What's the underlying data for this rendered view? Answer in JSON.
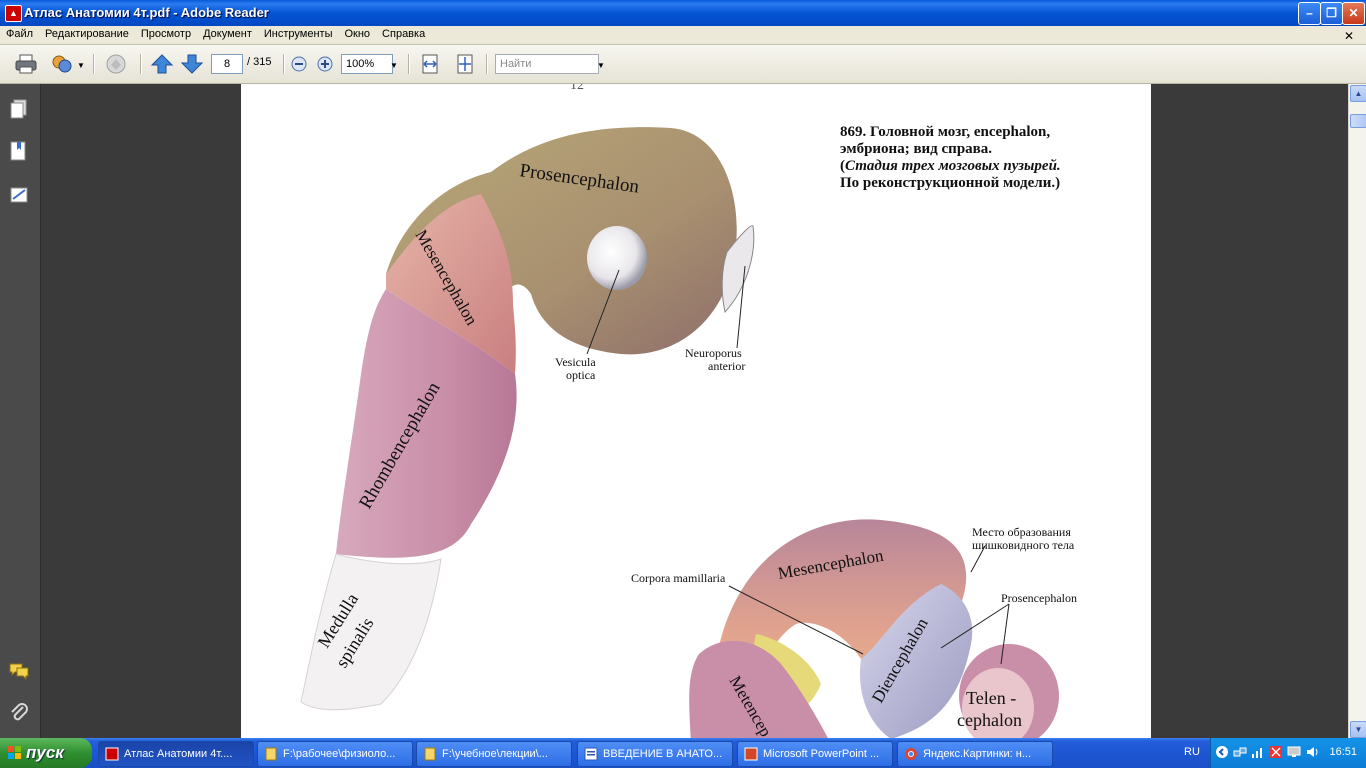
{
  "window": {
    "title": "Атлас Анатомии 4т.pdf - Adobe Reader"
  },
  "menu": [
    "Файл",
    "Редактирование",
    "Просмотр",
    "Документ",
    "Инструменты",
    "Окно",
    "Справка"
  ],
  "toolbar": {
    "page_current": "8",
    "page_total": "/ 315",
    "zoom": "100%",
    "find_placeholder": "Найти"
  },
  "page": {
    "number": "12",
    "caption": {
      "line1": "869.  Головной мозг, encephalon,",
      "line2": "эмбриона; вид справа.",
      "line3_open": "(",
      "line3_italic": "Стадия трех мозговых пузырей.",
      "line4": "По реконструкционной модели.)"
    },
    "labels": {
      "prosencephalon": "Prosencephalon",
      "mesencephalon": "Mesencephalon",
      "rhombencephalon": "Rhombencephalon",
      "medulla1": "Medulla",
      "medulla2": "spinalis",
      "vesicula1": "Vesicula",
      "vesicula2": "optica",
      "neuroporus1": "Neuroporus",
      "neuroporus2": "anterior",
      "mesencephalon2": "Mesencephalon",
      "corpora": "Corpora mamillaria",
      "mesto1": "Место образования",
      "mesto2": "шишковидного тела",
      "prosencephalon2": "Prosencephalon",
      "diencephalon": "Diencephalon",
      "telen1": "Telen -",
      "telen2": "cephalon",
      "metencephalon": "Metencep"
    }
  },
  "taskbar": {
    "start": "пуск",
    "tasks": [
      "Атлас Анатомии 4т....",
      "F:\\рабочее\\физиоло...",
      "F:\\учебное\\лекции\\...",
      "ВВЕДЕНИЕ В АНАТО...",
      "Microsoft PowerPoint ...",
      "Яндекс.Картинки: н..."
    ],
    "lang": "RU",
    "clock": "16:51"
  }
}
